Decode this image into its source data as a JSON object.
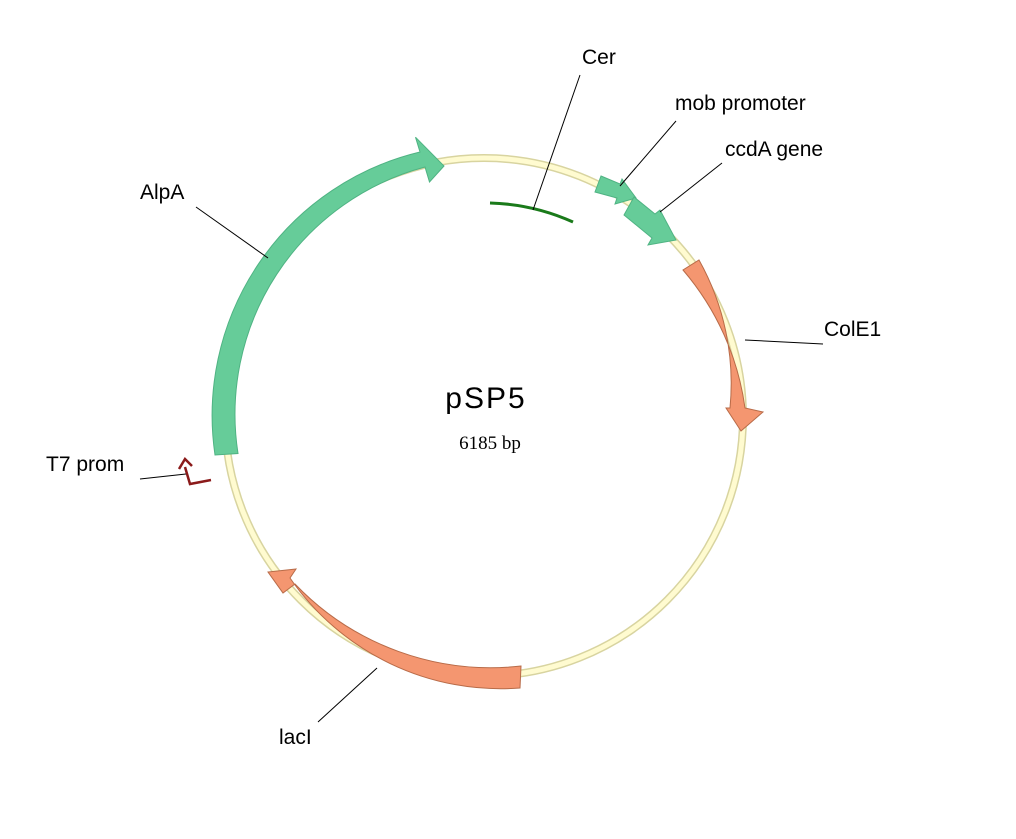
{
  "plasmid": {
    "name": "pSP5",
    "size_label": "6185 bp"
  },
  "features": {
    "cer": {
      "label": "Cer",
      "color": "#1a7a1a"
    },
    "mob_promoter": {
      "label": "mob promoter",
      "color": "#66cc99"
    },
    "ccda_gene": {
      "label": "ccdA gene",
      "color": "#66cc99"
    },
    "cole1": {
      "label": "ColE1",
      "color": "#f49670"
    },
    "laci": {
      "label": "lacI",
      "color": "#f49670"
    },
    "t7_prom": {
      "label": "T7 prom",
      "color": "#8b1a1a"
    },
    "alpa": {
      "label": "AlpA",
      "color": "#66cc99"
    }
  },
  "colors": {
    "backbone": "#fffbd0",
    "backbone_outline": "#d8d4a0"
  }
}
